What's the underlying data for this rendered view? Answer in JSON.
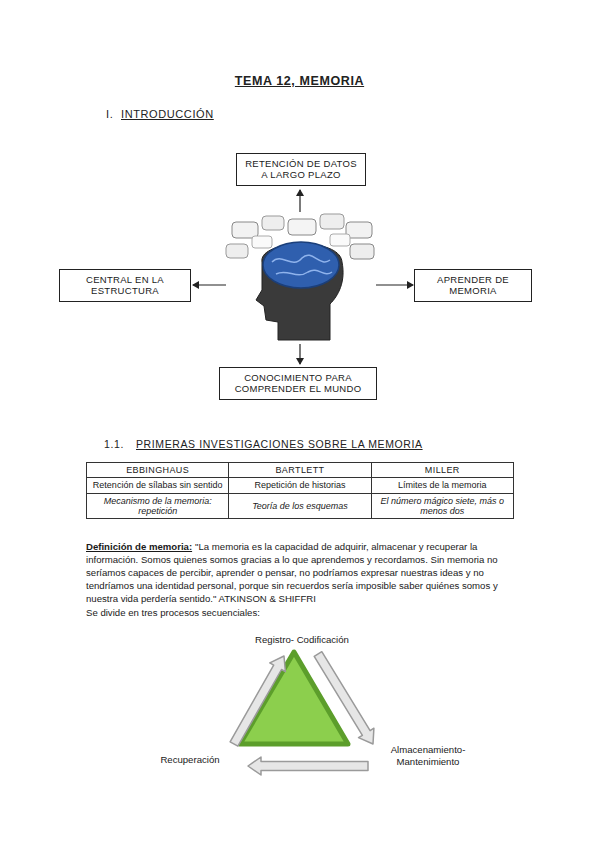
{
  "diagram": {
    "title": "TEMA 12, MEMORIA",
    "nodes": [
      {
        "text": [
          "RETENCIÓN DE DATOS A LARGO PLAZO"
        ]
      },
      {
        "text": [
          "CENTRAL EN LA ESTRUCTURA"
        ]
      },
      {
        "text": [
          "APRENDER DE MEMORIA"
        ]
      },
      {
        "text": [
          "CONOCIMIENTO PARA COMPRENDER EL MUNDO"
        ]
      }
    ],
    "labels": [
      "I.",
      "INTRODUCCIÓN",
      "1.1.",
      "PRIMERAS INVESTIGACIONES SOBRE LA MEMORIA",
      "EBBINGHAUS",
      "BARTLETT",
      "MILLER",
      "Retención de sílabas sin sentido",
      "Repetición de historias",
      "Límites de la memoria",
      "Mecanismo de la memoria: repetición",
      "Teoría de los esquemas",
      "El número mágico siete, más o menos dos",
      "Definición de memoria:",
      "\"La memoria es la capacidad de adquirir, almacenar y recuperar la información. Somos quienes somos gracias a lo que aprendemos y recordamos. Sin memoria no seríamos capaces de percibir, aprender o pensar, no podríamos expresar nuestras ideas y no tendríamos una identidad personal, porque sin recuerdos sería imposible saber quiénes somos y nuestra vida perdería sentido.\" ATKINSON & SHIFFRI",
      "Se divide en tres procesos secuenciales:",
      "Registro- Codificación",
      "Almacenamiento- Mantenimiento",
      "Recuperación"
    ]
  }
}
